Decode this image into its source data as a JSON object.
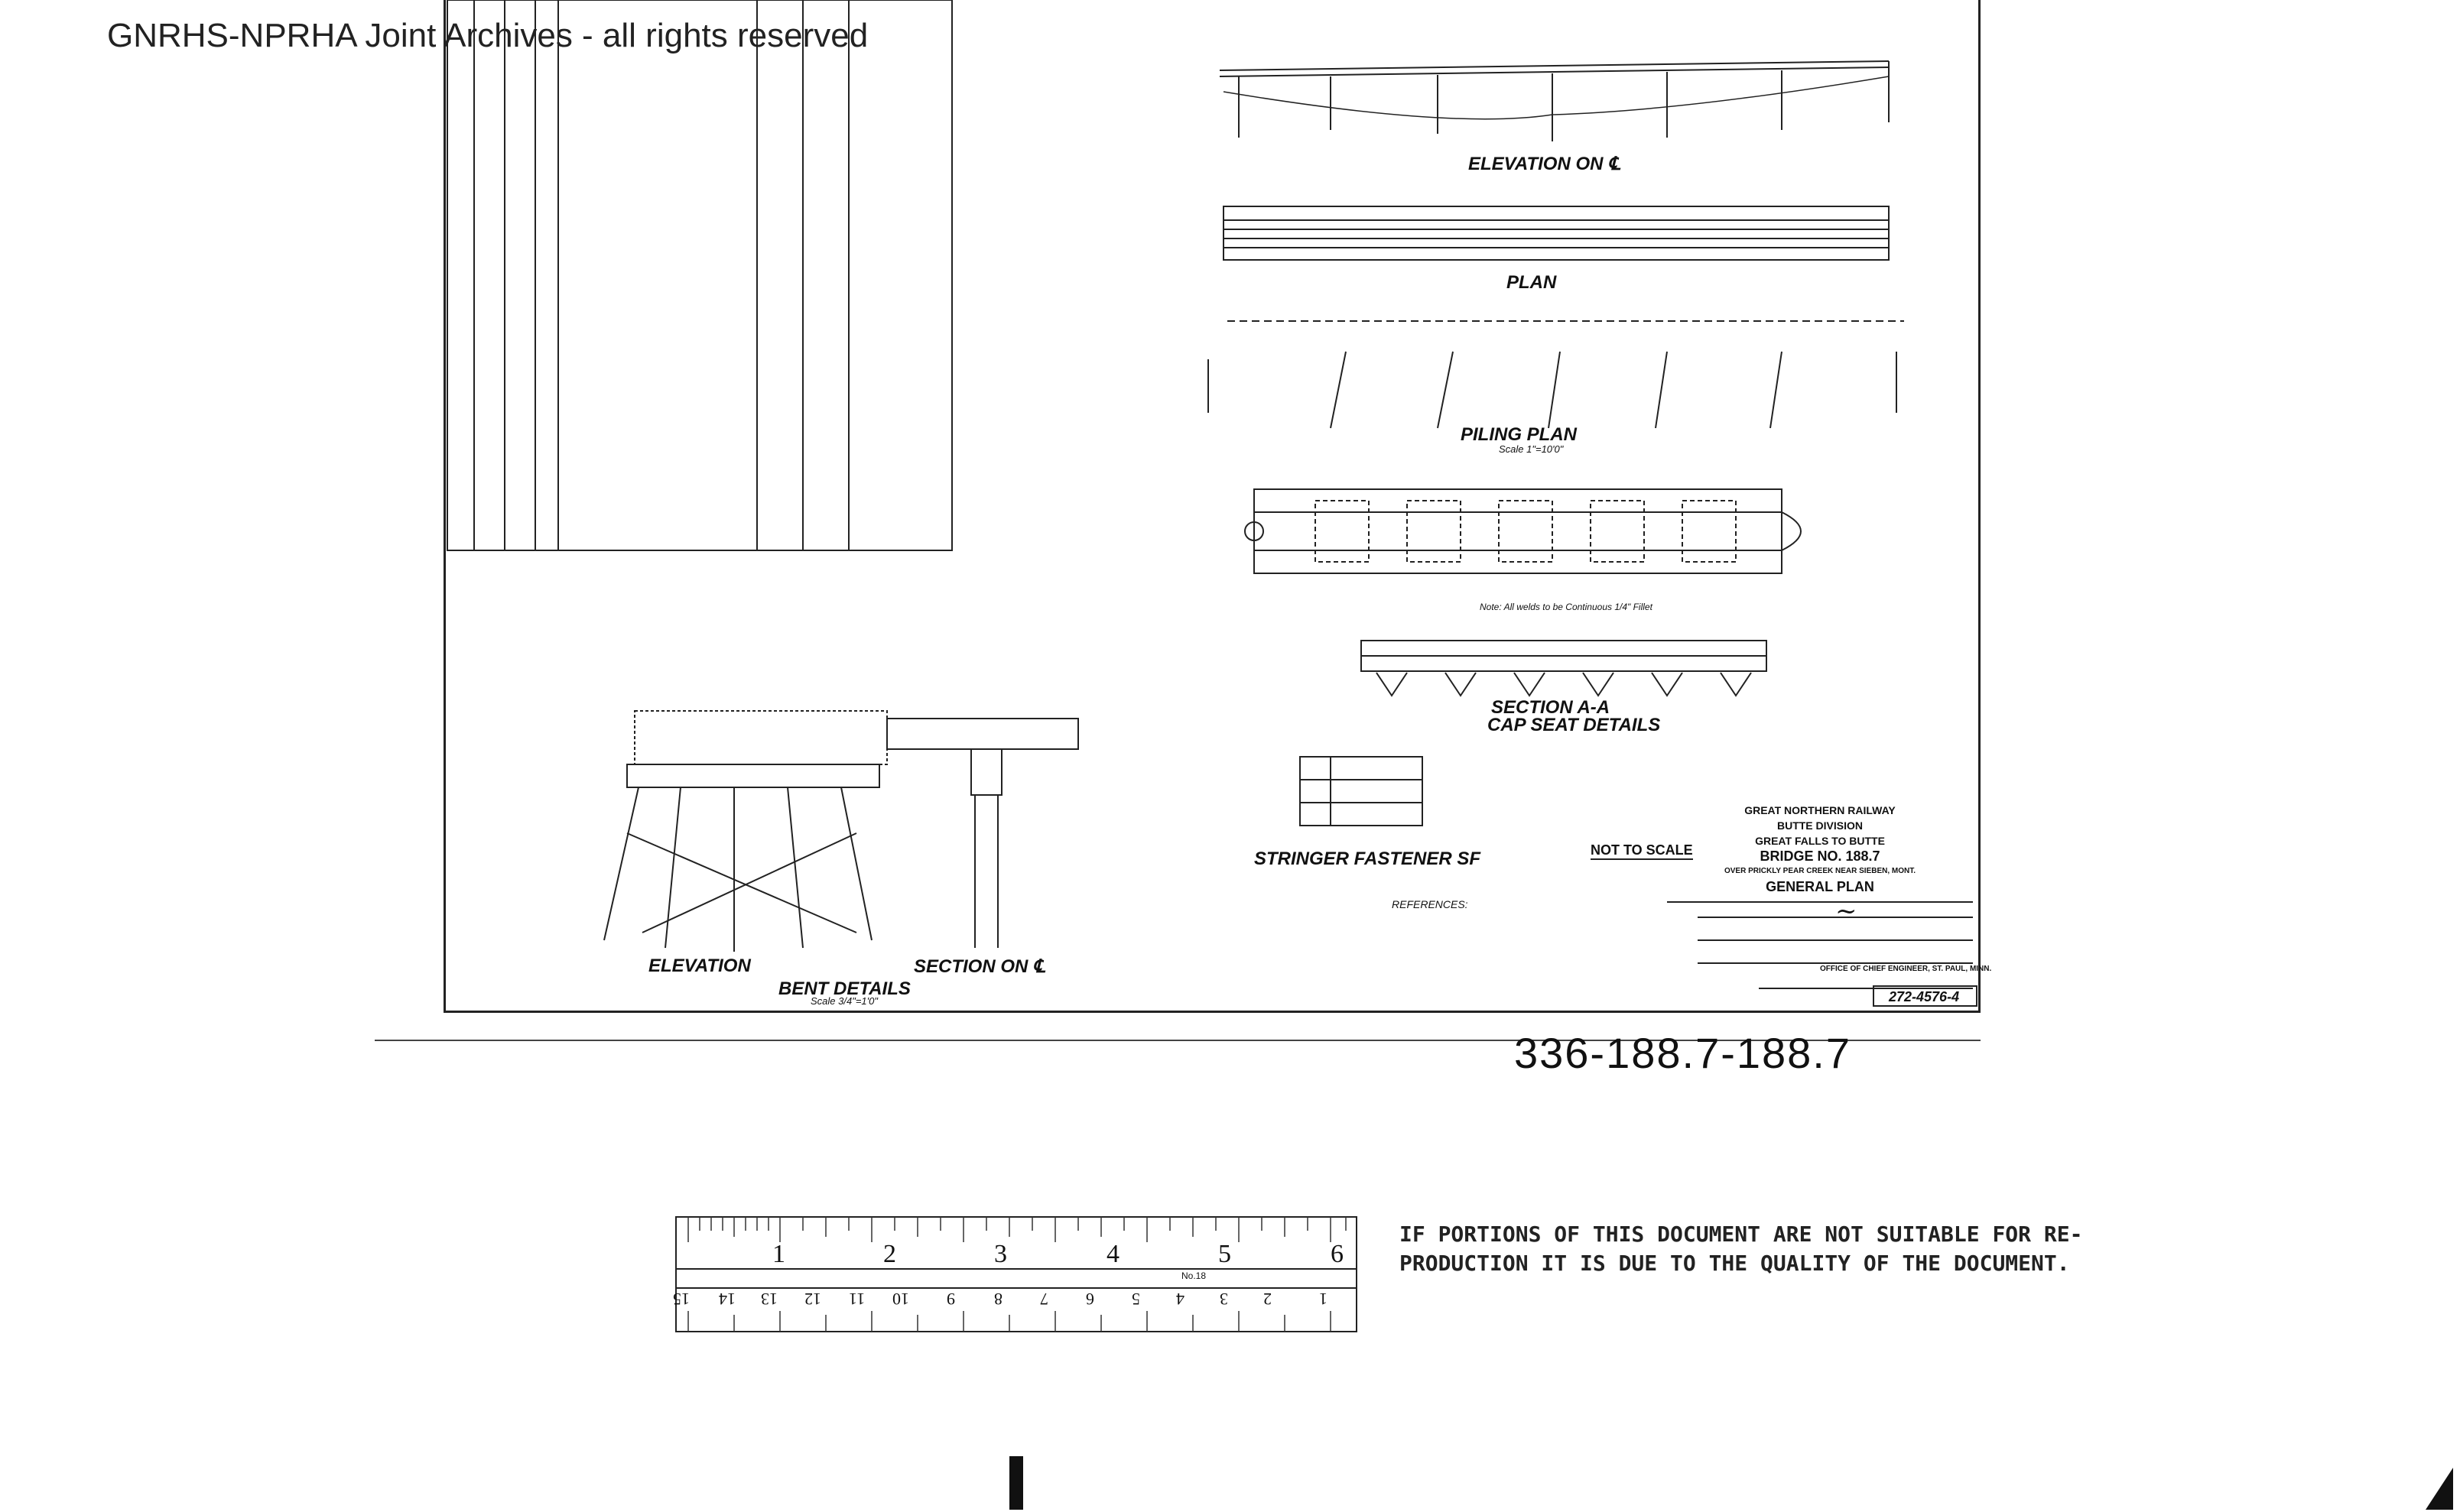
{
  "watermark": "GNRHS-NPRHA Joint Archives - all rights reserved",
  "labels": {
    "elevation_on_cl": "ELEVATION ON ℄",
    "plan": "PLAN",
    "piling_plan": "PILING PLAN",
    "piling_scale": "Scale 1\"=10'0\"",
    "section_aa": "SECTION A-A",
    "cap_seat": "CAP SEAT DETAILS",
    "stringer_fastener": "STRINGER FASTENER SF",
    "elevation": "ELEVATION",
    "section_on_cl": "SECTION ON ℄",
    "bent_details": "BENT DETAILS",
    "bent_scale": "Scale 3/4\"=1'0\"",
    "references": "REFERENCES:",
    "note_welds": "Note: All welds to be Continuous 1/4\" Fillet"
  },
  "not_to_scale": "NOT TO SCALE",
  "title_block": {
    "railway": "GREAT NORTHERN RAILWAY",
    "division": "BUTTE DIVISION",
    "route": "GREAT FALLS TO BUTTE",
    "bridge": "BRIDGE NO. 188.7",
    "over": "OVER PRICKLY PEAR CREEK NEAR SIEBEN, MONT.",
    "plan": "GENERAL PLAN",
    "office": "OFFICE OF CHIEF ENGINEER, ST. PAUL, MINN."
  },
  "drawing_number": "272-4576-4",
  "hand_number": "336-188.7-188.7",
  "ruler": {
    "top_numbers": [
      "1",
      "2",
      "3",
      "4",
      "5",
      "6"
    ],
    "bottom_numbers": [
      "15",
      "14",
      "13",
      "12",
      "11",
      "10",
      "9",
      "8",
      "7",
      "6",
      "5",
      "4",
      "3",
      "2",
      "1"
    ],
    "model": "No.18"
  },
  "notice": {
    "line1": "IF PORTIONS OF THIS DOCUMENT ARE NOT SUITABLE FOR RE-",
    "line2": "PRODUCTION IT IS DUE TO THE QUALITY OF THE DOCUMENT."
  }
}
